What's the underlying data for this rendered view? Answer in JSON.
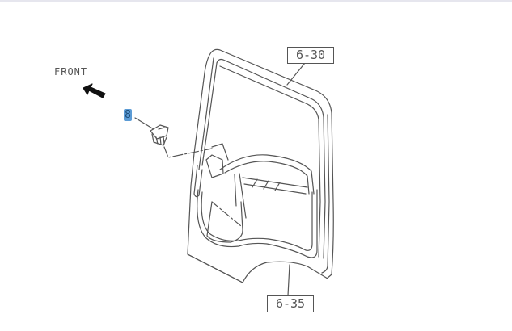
{
  "diagram": {
    "type": "exploded parts diagram",
    "subject": "cab door with clip part",
    "direction_label": "FRONT",
    "part_callouts": [
      {
        "number": "8",
        "description": "clip",
        "highlighted": true,
        "highlight_color": "#5b9bd5"
      }
    ],
    "reference_callouts": [
      {
        "label": "6-30",
        "points_to": "door frame (upper)"
      },
      {
        "label": "6-35",
        "points_to": "door trim panel (lower)"
      }
    ],
    "line_color": "#555555",
    "background_color": "#ffffff"
  }
}
